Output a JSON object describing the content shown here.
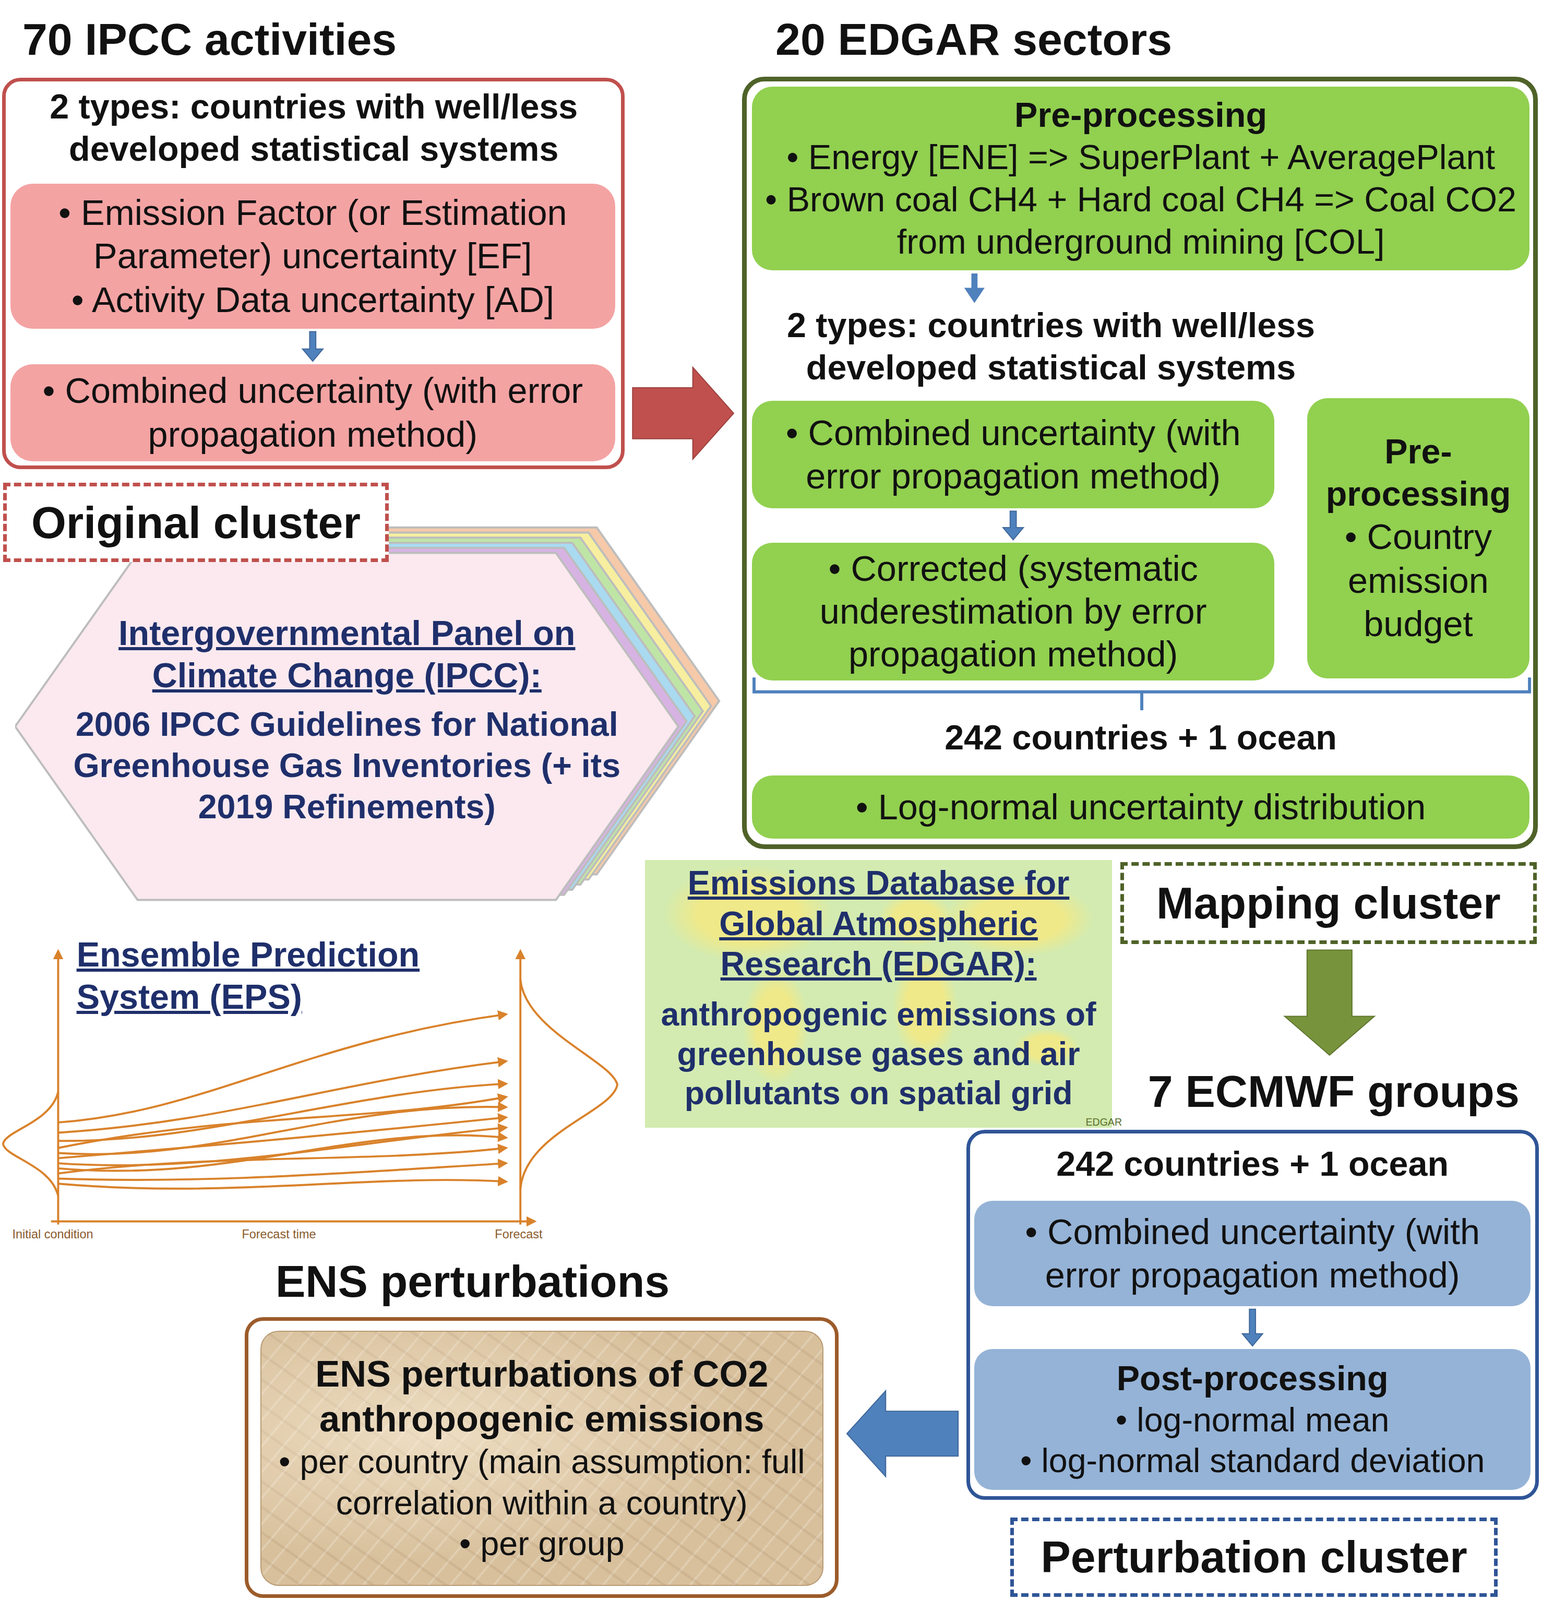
{
  "diagram": {
    "nodes": [
      {
        "text": [
          "70 IPCC activities",
          "2 types: countries with well/less developed statistical systems"
        ]
      },
      {
        "text": [
          "• Emission Factor (or Estimation Parameter) uncertainty [EF]",
          "• Activity Data uncertainty [AD]"
        ],
        "in": 0
      },
      {
        "text": [
          "• Combined uncertainty (with error propagation method)"
        ],
        "in": 0
      },
      {
        "text": [
          "Original cluster"
        ]
      },
      {
        "text": [
          "Intergovernmental Panel on Climate Change (IPCC):",
          "2006 IPCC Guidelines for National Greenhouse Gas Inventories (+ its 2019 Refinements)"
        ]
      },
      {
        "text": [
          "20 EDGAR sectors",
          "2 types: countries with well/less developed statistical systems",
          "242 countries + 1 ocean"
        ]
      },
      {
        "text": [
          "Pre-processing",
          "• Energy [ENE] => SuperPlant + AveragePlant",
          "• Brown coal CH4 + Hard coal CH4 => Coal CO2 from underground mining [COL]"
        ],
        "in": 5
      },
      {
        "text": [
          "• Combined uncertainty (with error propagation method)"
        ],
        "in": 5
      },
      {
        "text": [
          "• Corrected (systematic underestimation by error propagation method)"
        ],
        "in": 5
      },
      {
        "text": [
          "Pre-processing",
          "• Country emission budget"
        ],
        "in": 5
      },
      {
        "text": [
          "• Log-normal uncertainty distribution"
        ],
        "in": 5
      },
      {
        "text": [
          "Mapping cluster"
        ]
      },
      {
        "text": [
          "Emissions Database for Global Atmospheric Research (EDGAR):",
          "anthropogenic emissions of greenhouse gases and air pollutants on spatial grid"
        ]
      },
      {
        "text": [
          "Ensemble Prediction System (EPS)"
        ]
      },
      {
        "text": [
          "7 ECMWF groups",
          "242 countries + 1 ocean"
        ]
      },
      {
        "text": [
          "• Combined uncertainty (with error propagation method)"
        ],
        "in": 14
      },
      {
        "text": [
          "Post-processing",
          "• log-normal mean",
          "• log-normal standard deviation"
        ],
        "in": 14
      },
      {
        "text": [
          "Perturbation cluster"
        ]
      },
      {
        "text": [
          "ENS perturbations"
        ]
      },
      {
        "text": [
          "ENS perturbations of CO2 anthropogenic emissions",
          "• per country (main assumption: full correlation within a country)",
          "• per group"
        ],
        "in": 18
      }
    ],
    "edges": [
      {
        "from": 1,
        "to": 2,
        "arrow": "to"
      },
      {
        "from": 0,
        "to": 5,
        "arrow": "to"
      },
      {
        "from": 7,
        "to": 8,
        "arrow": "to"
      },
      {
        "from": 11,
        "to": 14,
        "arrow": "to"
      },
      {
        "from": 15,
        "to": 16,
        "arrow": "to"
      },
      {
        "from": 14,
        "to": 18,
        "arrow": "to"
      }
    ],
    "labels": [
      "Initial condition",
      "Forecast time",
      "Forecast",
      "EDGAR"
    ]
  }
}
